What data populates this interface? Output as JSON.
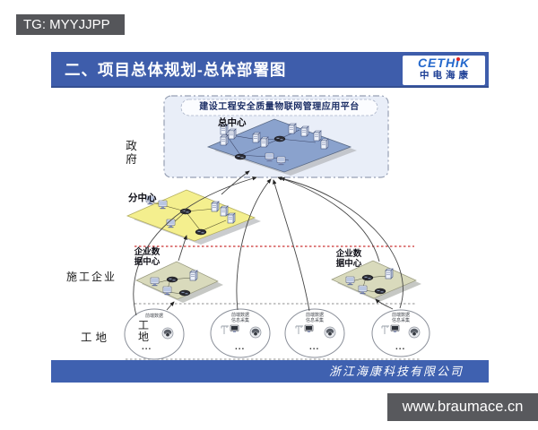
{
  "overlay": {
    "tg_badge": "TG: MYYJJPP",
    "watermark": "www.braumace.cn"
  },
  "slide": {
    "title": "二、项目总体规划-总体部署图",
    "logo": {
      "brand": "CETHiK",
      "company": "中电海康"
    },
    "footer": {
      "company": "浙江海康科技有限公司"
    }
  },
  "diagram": {
    "platform_banner": "建设工程安全质量物联网管理应用平台",
    "zones": {
      "government": "政府",
      "construction_enterprise": "施工企业",
      "site": "工地"
    },
    "centers": {
      "main_center": "总中心",
      "sub_center": "分中心",
      "enterprise_dc_left": {
        "line1": "企业数",
        "line2": "据中心"
      },
      "enterprise_dc_right": {
        "line1": "企业数",
        "line2": "据中心"
      }
    },
    "sites": {
      "site1": {
        "tag": "前端数据",
        "big_line1": "工",
        "big_line2": "地",
        "dots": "..."
      },
      "site2": {
        "tag_line1": "前端数据",
        "tag_line2": "信息采集",
        "dots": "..."
      },
      "site3": {
        "tag_line1": "前端数据",
        "tag_line2": "信息采集",
        "dots": "..."
      },
      "site4": {
        "tag_line1": "前端数据",
        "tag_line2": "信息采集",
        "dots": "..."
      }
    }
  },
  "colors": {
    "title_bar_blue": "#3e5dab",
    "footer_bar_blue": "#3f61b0",
    "badge_gray": "#55565a",
    "platform_blue": "#8aa2cd",
    "platform_yellow": "#f4ef8e",
    "platform_khaki": "#d9dabc",
    "gov_zone_fill": "#e9eef8",
    "divider_red": "#cc3333",
    "divider_gray": "#8f8f8f",
    "logo_blue": "#2468cc"
  }
}
